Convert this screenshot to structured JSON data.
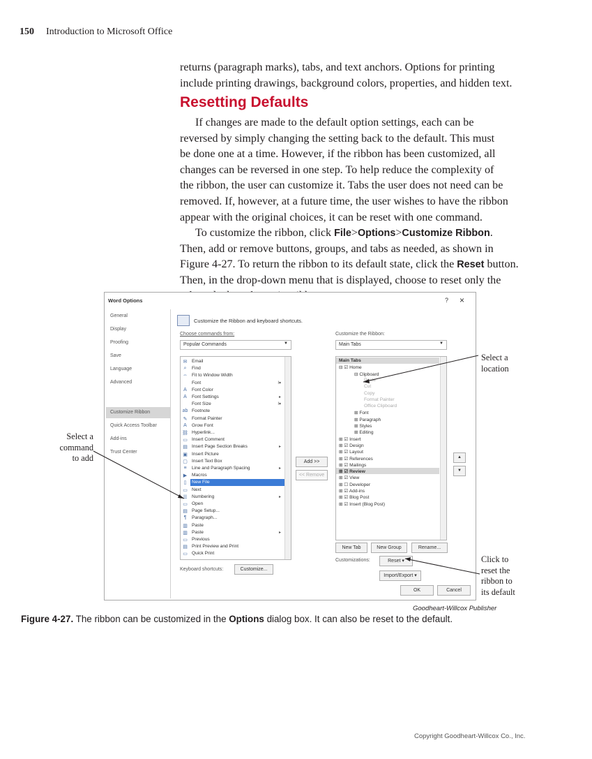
{
  "header": {
    "page_number": "150",
    "book_title": "Introduction to Microsoft Office"
  },
  "intro_paragraph": [
    "returns (paragraph marks), tabs, and text anchors. Options for printing",
    "include printing drawings, background colors, properties, and hidden text."
  ],
  "section_heading": "Resetting Defaults",
  "paragraph1": [
    "If changes are made to the default option settings, each can be",
    "reversed by simply changing the setting back to the default. This must",
    "be done one at a time. However, if the ribbon has been customized, all",
    "changes can be reversed in one step. To help reduce the complexity of",
    "the ribbon, the user can customize it. Tabs the user does not need can be",
    "removed. If, however, at a future time, the user wishes to have the ribbon",
    "appear with the original choices, it can be reset with one command."
  ],
  "paragraph2": {
    "l1_pre": "To customize the ribbon, click ",
    "file": "File",
    "sep": ">",
    "options": "Options",
    "customize_ribbon": "Customize Ribbon",
    "l1_post": ".",
    "l2": "Then, add or remove buttons, groups, and tabs as needed, as shown in",
    "l3_pre": "Figure 4-27. To return the ribbon to its default state, click the ",
    "reset": "Reset",
    "l3_post": " button.",
    "l4": "Then, in the drop-down menu that is displayed, choose to reset only the",
    "l5": "selected tab or the entire ribbon."
  },
  "dialog": {
    "title": "Word Options",
    "help": "?",
    "close": "×",
    "nav": [
      "General",
      "Display",
      "Proofing",
      "Save",
      "Language",
      "Advanced",
      "Customize Ribbon",
      "Quick Access Toolbar",
      "Add-ins",
      "Trust Center"
    ],
    "nav_selected_index": 6,
    "section_title": "Customize the Ribbon and keyboard shortcuts.",
    "choose_label": "Choose commands from:",
    "choose_value": "Popular Commands",
    "customize_label": "Customize the Ribbon:",
    "customize_value": "Main Tabs",
    "commands": [
      "Email",
      "Find",
      "Fit to Window Width",
      "Font",
      "Font Color",
      "Font Settings",
      "Font Size",
      "Footnote",
      "Format Painter",
      "Grow Font",
      "Hyperlink...",
      "Insert Comment",
      "Insert Page  Section Breaks",
      "Insert Picture",
      "Insert Text Box",
      "Line and Paragraph Spacing",
      "Macros",
      "New File",
      "Next",
      "Numbering",
      "Open",
      "Page Setup...",
      "Paragraph...",
      "Paste",
      "Paste",
      "Previous",
      "Print Preview and Print",
      "Quick Print"
    ],
    "selected_command": "New File",
    "tree": {
      "root": "Main Tabs",
      "home": "Home",
      "clipboard": "Clipboard",
      "clipboard_items": [
        "Paste",
        "Cut",
        "Copy",
        "Format Painter",
        "Office Clipboard"
      ],
      "groups": [
        "Font",
        "Paragraph",
        "Styles",
        "Editing"
      ],
      "tabs": [
        "Insert",
        "Design",
        "Layout",
        "References",
        "Mailings",
        "Review",
        "View",
        "Developer",
        "Add-ins",
        "Blog Post",
        "Insert (Blog Post)"
      ],
      "tabs_checked": [
        true,
        true,
        true,
        true,
        true,
        true,
        true,
        false,
        true,
        true,
        true
      ]
    },
    "add_button": "Add >>",
    "remove_button": "<< Remove",
    "new_tab": "New Tab",
    "new_group": "New Group",
    "rename": "Rename...",
    "customizations_label": "Customizations:",
    "reset_button": "Reset ▾",
    "import_export": "Import/Export ▾",
    "keyboard_label": "Keyboard shortcuts:",
    "customize_button": "Customize...",
    "ok": "OK",
    "cancel": "Cancel"
  },
  "callouts": {
    "location": [
      "Select a",
      "location"
    ],
    "command": [
      "Select a",
      "command",
      "to add"
    ],
    "reset": [
      "Click to",
      "reset the",
      "ribbon to",
      "its default"
    ]
  },
  "credit": "Goodheart-Willcox Publisher",
  "caption": {
    "label": "Figure 4-27.",
    "pre": " The ribbon can be customized in the ",
    "bold": "Options",
    "post": " dialog box. It can also be reset to the default."
  },
  "copyright": "Copyright Goodheart-Willcox Co., Inc."
}
